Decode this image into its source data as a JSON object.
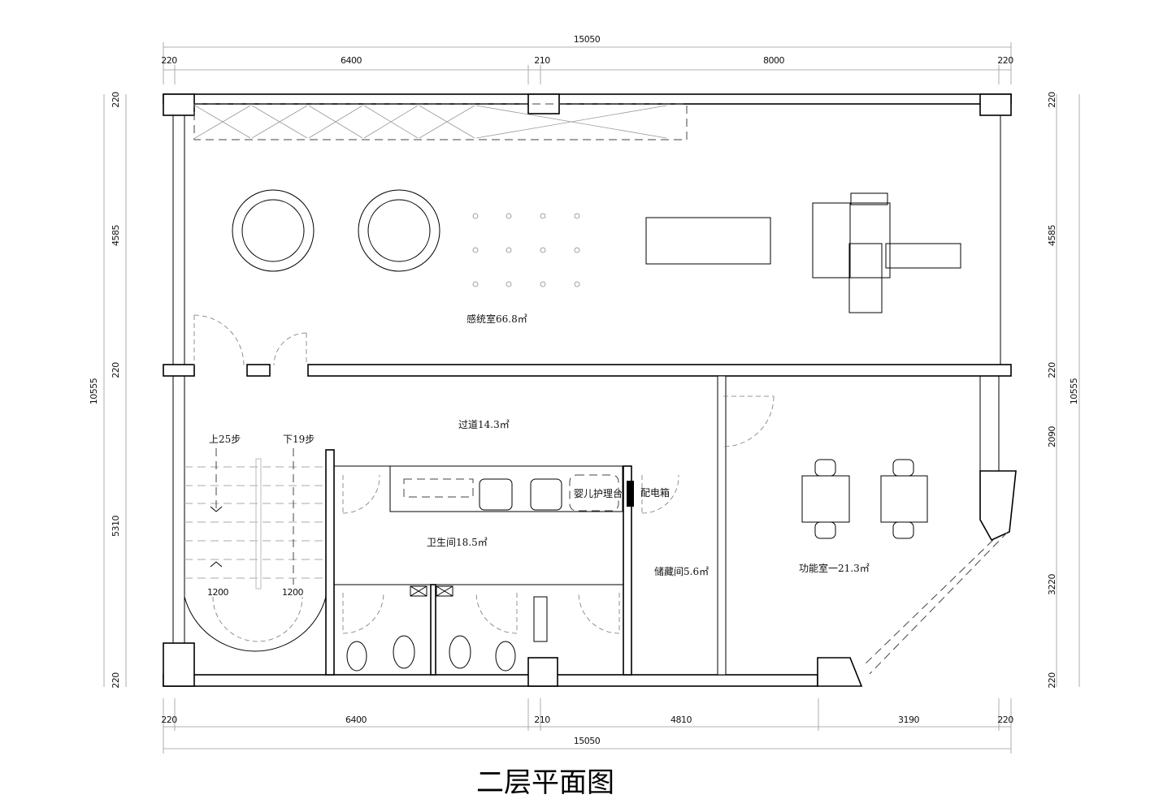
{
  "title": "二层平面图",
  "dimensions": {
    "top": {
      "total": "15050",
      "segments": [
        "220",
        "6400",
        "210",
        "8000",
        "220"
      ]
    },
    "bottom": {
      "total": "15050",
      "segments": [
        "220",
        "6400",
        "210",
        "4810",
        "3190",
        "220"
      ]
    },
    "left": {
      "total": "10555",
      "segments": [
        "220",
        "4585",
        "220",
        "5310",
        "220"
      ]
    },
    "right": {
      "total": "10555",
      "segments": [
        "220",
        "4585",
        "220",
        "2090",
        "3220",
        "220"
      ]
    }
  },
  "rooms": {
    "sensory": "感统室66.8㎡",
    "corridor": "过道14.3㎡",
    "restroom": "卫生间18.5㎡",
    "storage": "储藏间5.6㎡",
    "function": "功能室一21.3㎡"
  },
  "labels": {
    "baby_station": "婴儿护理台",
    "electric_box": "配电箱",
    "stairs_up": "上25步",
    "stairs_down": "下19步",
    "stair_width_left": "1200",
    "stair_width_right": "1200"
  }
}
